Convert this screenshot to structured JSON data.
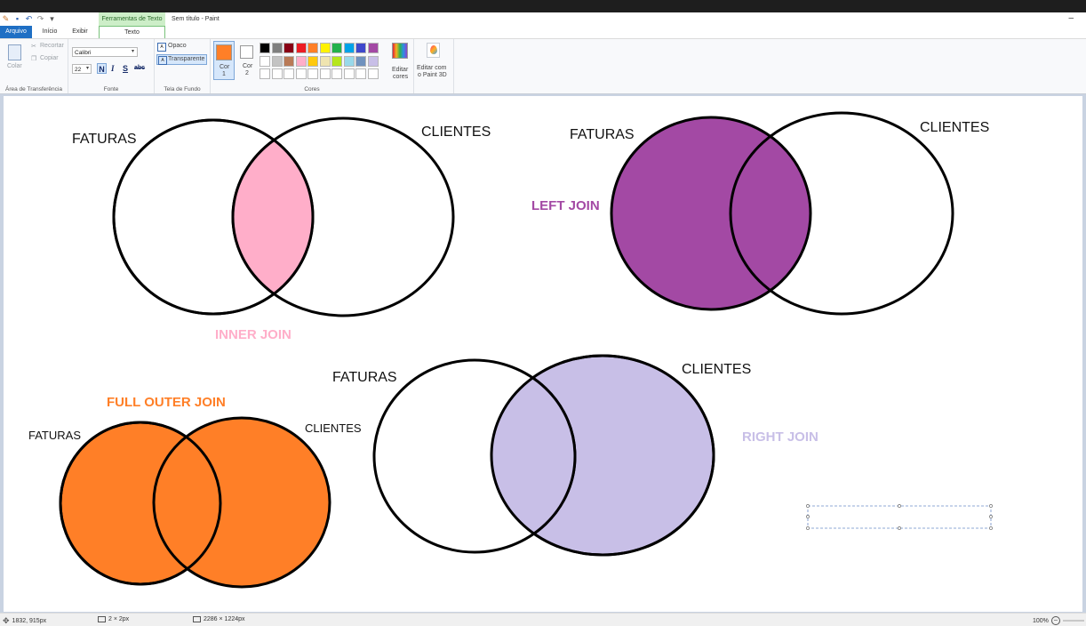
{
  "window": {
    "context_tab": "Ferramentas de Texto",
    "title": "Sem título - Paint",
    "minimize": "–"
  },
  "tabs": {
    "file": "Arquivo",
    "home": "Início",
    "view": "Exibir",
    "text": "Texto"
  },
  "ribbon": {
    "clipboard": {
      "paste": "Colar",
      "cut": "Recortar",
      "copy": "Copiar",
      "label": "Área de Transferência"
    },
    "font": {
      "family": "Calibri",
      "size": "22",
      "bold": "N",
      "italic": "I",
      "underline": "S",
      "strike": "abc",
      "label": "Fonte"
    },
    "background": {
      "opaque": "Opaco",
      "transparent": "Transparente",
      "label": "Tela de Fundo"
    },
    "colors": {
      "color1_label": "Cor",
      "color1_num": "1",
      "color1": "#ff7f27",
      "color2_label": "Cor",
      "color2_num": "2",
      "color2": "#ffffff",
      "palette_row1": [
        "#000000",
        "#7f7f7f",
        "#880015",
        "#ed1c24",
        "#ff7f27",
        "#fff200",
        "#22b14c",
        "#00a2e8",
        "#3f48cc",
        "#a349a4"
      ],
      "palette_row2": [
        "#ffffff",
        "#c3c3c3",
        "#b97a57",
        "#ffaec9",
        "#ffc90e",
        "#efe4b0",
        "#b5e61d",
        "#99d9ea",
        "#7092be",
        "#c8bfe7"
      ],
      "edit_label": "Editar",
      "edit_label2": "cores",
      "label": "Cores"
    },
    "paint3d": {
      "label": "Editar com",
      "label2": "o Paint 3D"
    }
  },
  "canvas": {
    "texts": {
      "inner_faturas": "FATURAS",
      "inner_clientes": "CLIENTES",
      "inner_join": "INNER JOIN",
      "left_faturas": "FATURAS",
      "left_clientes": "CLIENTES",
      "left_join": "LEFT JOIN",
      "full_title": "FULL OUTER JOIN",
      "full_faturas": "FATURAS",
      "full_clientes": "CLIENTES",
      "right_faturas": "FATURAS",
      "right_clientes": "CLIENTES",
      "right_join": "RIGHT JOIN"
    },
    "colors": {
      "inner": "#ffaec9",
      "left": "#a349a4",
      "full": "#ff7f27",
      "right": "#c8bfe7"
    }
  },
  "status": {
    "cursor": "1832, 915px",
    "selection": "2 × 2px",
    "image_size": "2286 × 1224px",
    "zoom": "100%"
  }
}
